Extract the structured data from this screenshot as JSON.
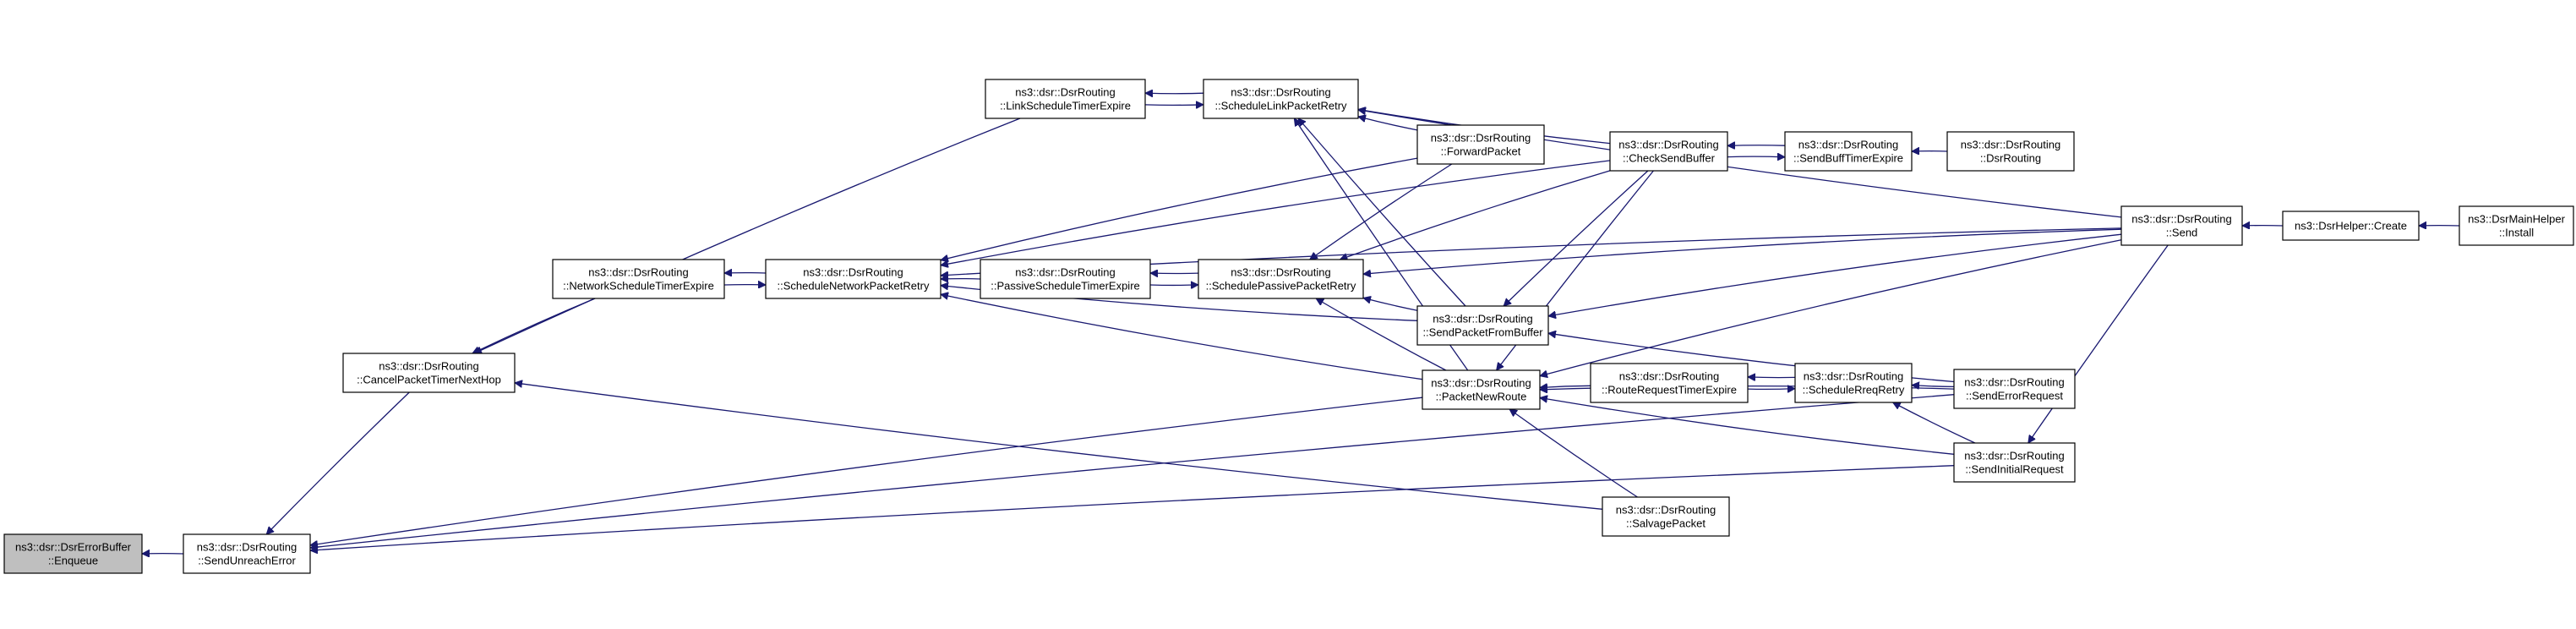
{
  "nodes": [
    {
      "id": "enqueue",
      "lines": [
        "ns3::dsr::DsrErrorBuffer",
        "::Enqueue"
      ],
      "highlight": true
    },
    {
      "id": "send_unreach_error",
      "lines": [
        "ns3::dsr::DsrRouting",
        "::SendUnreachError"
      ]
    },
    {
      "id": "cancel_packet_timer",
      "lines": [
        "ns3::dsr::DsrRouting",
        "::CancelPacketTimerNextHop"
      ]
    },
    {
      "id": "network_schedule_timer",
      "lines": [
        "ns3::dsr::DsrRouting",
        "::NetworkScheduleTimerExpire"
      ]
    },
    {
      "id": "schedule_network_retry",
      "lines": [
        "ns3::dsr::DsrRouting",
        "::ScheduleNetworkPacketRetry"
      ]
    },
    {
      "id": "link_schedule_timer",
      "lines": [
        "ns3::dsr::DsrRouting",
        "::LinkScheduleTimerExpire"
      ]
    },
    {
      "id": "schedule_link_retry",
      "lines": [
        "ns3::dsr::DsrRouting",
        "::ScheduleLinkPacketRetry"
      ]
    },
    {
      "id": "passive_schedule_timer",
      "lines": [
        "ns3::dsr::DsrRouting",
        "::PassiveScheduleTimerExpire"
      ]
    },
    {
      "id": "schedule_passive_retry",
      "lines": [
        "ns3::dsr::DsrRouting",
        "::SchedulePassivePacketRetry"
      ]
    },
    {
      "id": "forward_packet",
      "lines": [
        "ns3::dsr::DsrRouting",
        "::ForwardPacket"
      ]
    },
    {
      "id": "send_packet_from_buffer",
      "lines": [
        "ns3::dsr::DsrRouting",
        "::SendPacketFromBuffer"
      ]
    },
    {
      "id": "packet_new_route",
      "lines": [
        "ns3::dsr::DsrRouting",
        "::PacketNewRoute"
      ]
    },
    {
      "id": "check_send_buffer",
      "lines": [
        "ns3::dsr::DsrRouting",
        "::CheckSendBuffer"
      ]
    },
    {
      "id": "route_request_timer",
      "lines": [
        "ns3::dsr::DsrRouting",
        "::RouteRequestTimerExpire"
      ]
    },
    {
      "id": "salvage_packet",
      "lines": [
        "ns3::dsr::DsrRouting",
        "::SalvagePacket"
      ]
    },
    {
      "id": "send_buff_timer",
      "lines": [
        "ns3::dsr::DsrRouting",
        "::SendBuffTimerExpire"
      ]
    },
    {
      "id": "schedule_rreq_retry",
      "lines": [
        "ns3::dsr::DsrRouting",
        "::ScheduleRreqRetry"
      ]
    },
    {
      "id": "dsr_routing_ctor",
      "lines": [
        "ns3::dsr::DsrRouting",
        "::DsrRouting"
      ]
    },
    {
      "id": "send_error_request",
      "lines": [
        "ns3::dsr::DsrRouting",
        "::SendErrorRequest"
      ]
    },
    {
      "id": "send_initial_request",
      "lines": [
        "ns3::dsr::DsrRouting",
        "::SendInitialRequest"
      ]
    },
    {
      "id": "send",
      "lines": [
        "ns3::dsr::DsrRouting",
        "::Send"
      ]
    },
    {
      "id": "helper_create",
      "lines": [
        "ns3::DsrHelper::Create"
      ]
    },
    {
      "id": "main_helper_install",
      "lines": [
        "ns3::DsrMainHelper",
        "::Install"
      ]
    }
  ],
  "edges": [
    {
      "from": "send_unreach_error",
      "to": "enqueue"
    },
    {
      "from": "cancel_packet_timer",
      "to": "send_unreach_error"
    },
    {
      "from": "packet_new_route",
      "to": "send_unreach_error"
    },
    {
      "from": "send_error_request",
      "to": "send_unreach_error"
    },
    {
      "from": "send_initial_request",
      "to": "send_unreach_error"
    },
    {
      "from": "network_schedule_timer",
      "to": "cancel_packet_timer"
    },
    {
      "from": "link_schedule_timer",
      "to": "cancel_packet_timer"
    },
    {
      "from": "salvage_packet",
      "to": "cancel_packet_timer"
    },
    {
      "from": "schedule_network_retry",
      "to": "network_schedule_timer"
    },
    {
      "from": "network_schedule_timer",
      "to": "schedule_network_retry"
    },
    {
      "from": "passive_schedule_timer",
      "to": "schedule_network_retry"
    },
    {
      "from": "forward_packet",
      "to": "schedule_network_retry"
    },
    {
      "from": "check_send_buffer",
      "to": "schedule_network_retry"
    },
    {
      "from": "send_packet_from_buffer",
      "to": "schedule_network_retry"
    },
    {
      "from": "packet_new_route",
      "to": "schedule_network_retry"
    },
    {
      "from": "send",
      "to": "schedule_network_retry"
    },
    {
      "from": "schedule_link_retry",
      "to": "link_schedule_timer"
    },
    {
      "from": "link_schedule_timer",
      "to": "schedule_link_retry"
    },
    {
      "from": "forward_packet",
      "to": "schedule_link_retry"
    },
    {
      "from": "check_send_buffer",
      "to": "schedule_link_retry"
    },
    {
      "from": "send_packet_from_buffer",
      "to": "schedule_link_retry"
    },
    {
      "from": "packet_new_route",
      "to": "schedule_link_retry"
    },
    {
      "from": "send",
      "to": "schedule_link_retry"
    },
    {
      "from": "schedule_passive_retry",
      "to": "passive_schedule_timer"
    },
    {
      "from": "passive_schedule_timer",
      "to": "schedule_passive_retry"
    },
    {
      "from": "forward_packet",
      "to": "schedule_passive_retry"
    },
    {
      "from": "check_send_buffer",
      "to": "schedule_passive_retry"
    },
    {
      "from": "send_packet_from_buffer",
      "to": "schedule_passive_retry"
    },
    {
      "from": "packet_new_route",
      "to": "schedule_passive_retry"
    },
    {
      "from": "send",
      "to": "schedule_passive_retry"
    },
    {
      "from": "check_send_buffer",
      "to": "send_packet_from_buffer"
    },
    {
      "from": "send",
      "to": "send_packet_from_buffer"
    },
    {
      "from": "send_error_request",
      "to": "send_packet_from_buffer"
    },
    {
      "from": "check_send_buffer",
      "to": "packet_new_route"
    },
    {
      "from": "route_request_timer",
      "to": "packet_new_route"
    },
    {
      "from": "salvage_packet",
      "to": "packet_new_route"
    },
    {
      "from": "send_error_request",
      "to": "packet_new_route"
    },
    {
      "from": "send_initial_request",
      "to": "packet_new_route"
    },
    {
      "from": "send",
      "to": "packet_new_route"
    },
    {
      "from": "send_buff_timer",
      "to": "check_send_buffer"
    },
    {
      "from": "check_send_buffer",
      "to": "send_buff_timer"
    },
    {
      "from": "dsr_routing_ctor",
      "to": "send_buff_timer"
    },
    {
      "from": "schedule_rreq_retry",
      "to": "route_request_timer"
    },
    {
      "from": "route_request_timer",
      "to": "schedule_rreq_retry"
    },
    {
      "from": "send_error_request",
      "to": "schedule_rreq_retry"
    },
    {
      "from": "send_initial_request",
      "to": "schedule_rreq_retry"
    },
    {
      "from": "send",
      "to": "send_initial_request"
    },
    {
      "from": "helper_create",
      "to": "send"
    },
    {
      "from": "main_helper_install",
      "to": "helper_create"
    }
  ]
}
